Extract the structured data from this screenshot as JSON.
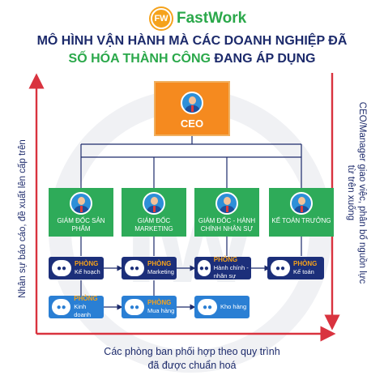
{
  "logo": {
    "mark": "FW",
    "name": "FastWork"
  },
  "title": {
    "line1": "MÔ HÌNH VẬN HÀNH MÀ CÁC DOANH NGHIỆP ĐÃ",
    "line2_highlight": "SỐ HÓA THÀNH CÔNG",
    "line2_rest": " ĐANG ÁP DỤNG"
  },
  "ceo": {
    "label": "CEO"
  },
  "managers": [
    {
      "label": "Giám đốc sản phẩm"
    },
    {
      "label": "Giám đốc marketing"
    },
    {
      "label": "Giám đốc - hành chính nhân sự"
    },
    {
      "label": "Kế toán trưởng"
    }
  ],
  "departments_row1": [
    {
      "head": "PHÒNG",
      "name": "Kế hoạch"
    },
    {
      "head": "PHÒNG",
      "name": "Marketing"
    },
    {
      "head": "PHÒNG",
      "name": "Hành chính -nhân sự"
    },
    {
      "head": "PHÒNG",
      "name": "Kế toán"
    }
  ],
  "departments_row2": [
    {
      "head": "PHÒNG",
      "name": "Kinh doanh"
    },
    {
      "head": "PHÒNG",
      "name": "Mua hàng"
    },
    {
      "head": "",
      "name": "Kho hàng"
    }
  ],
  "side_labels": {
    "left": "Nhân sự báo cáo, đề xuất lên cấp trên",
    "right_line1": "CEO/Manager giao việc, phân bổ nguồn lực",
    "right_line2": "từ trên xuống"
  },
  "bottom": {
    "line1": "Các phòng ban phối hợp theo quy trình",
    "line2": "đã được chuẩn hoá"
  },
  "colors": {
    "navy": "#1c2a6b",
    "green": "#2aa84a",
    "orange": "#f58a1f",
    "red": "#d9333f",
    "blue": "#2a7fd4"
  }
}
